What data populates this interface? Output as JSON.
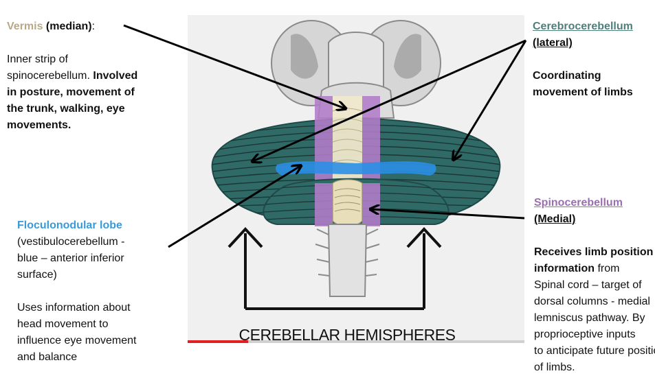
{
  "colors": {
    "vermis_title": "#b7a98a",
    "flocculonodular_title": "#3a9ad9",
    "cerebrocerebellum_title": "#4f7f7a",
    "spinocerebellum_title": "#9a6fb0",
    "hemisphere_teal": "#2f6a66",
    "vermis_cream": "#efe8cc",
    "paravermis_purple": "#b37cc9",
    "flocculus_blue": "#2b8fe6",
    "brainstem_grey": "#cfcfcf",
    "arrow": "#000000",
    "progress_red": "#e02020"
  },
  "vermis": {
    "title": "Vermis",
    "title_suffix": " (median)",
    "colon": ":",
    "line1": "Inner strip of",
    "line2_plain": "spinocerebellum. ",
    "line2_bold": "Involved",
    "line3": "in posture, movement of",
    "line4": "the trunk, walking, eye",
    "line5": "movements."
  },
  "flocculonodular": {
    "title": "Floculonodular lobe",
    "line1": "(vestibulocerebellum -",
    "line2": "blue – anterior inferior",
    "line3": "surface)",
    "line4": "Uses information about",
    "line5": "head movement to",
    "line6": "influence eye movement",
    "line7": "and balance"
  },
  "cerebrocerebellum": {
    "title": "Cerebrocerebellum",
    "subtitle": "(lateral)",
    "line1": "Coordinating",
    "line2": "movement of limbs"
  },
  "spinocerebellum": {
    "title": "Spinocerebellum",
    "subtitle": "(Medial)",
    "line1_bold": "Receives limb position",
    "line2_bold": "information",
    "line2_plain": " from",
    "line3": "Spinal cord – target of",
    "line4": "dorsal columns - medial",
    "line5": "lemniscus pathway. By",
    "line6": "proprioceptive inputs",
    "line7": "to anticipate future position",
    "line8": "of limbs."
  },
  "figure": {
    "caption": "CEREBELLAR HEMISPHERES",
    "video_progress": 0.18
  }
}
